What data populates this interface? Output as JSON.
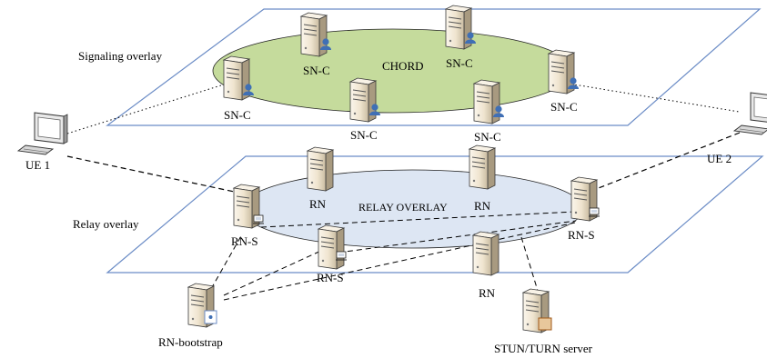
{
  "overlays": {
    "signaling": {
      "label": "Signaling overlay",
      "ring_label": "CHORD",
      "ring_color": "#c5db9c"
    },
    "relay": {
      "label": "Relay overlay",
      "ring_label": "RELAY OVERLAY",
      "ring_color": "#dde6f3"
    }
  },
  "colors": {
    "plane_border": "#6b8cc6",
    "server_light": "#f3eadb",
    "server_dark": "#b5a78e",
    "user_badge": "#3f6fb5",
    "connector_line": "#000000"
  },
  "nodes": {
    "ue1": {
      "label": "UE 1",
      "icon": "pc-icon"
    },
    "ue2": {
      "label": "UE 2",
      "icon": "pc-icon"
    },
    "sn_c": [
      {
        "label": "SN-C"
      },
      {
        "label": "SN-C"
      },
      {
        "label": "SN-C"
      },
      {
        "label": "SN-C"
      },
      {
        "label": "SN-C"
      },
      {
        "label": "SN-C"
      }
    ],
    "rn": [
      {
        "label": "RN"
      },
      {
        "label": "RN"
      },
      {
        "label": "RN"
      }
    ],
    "rn_s": [
      {
        "label": "RN-S"
      },
      {
        "label": "RN-S"
      },
      {
        "label": "RN-S"
      }
    ],
    "bootstrap": {
      "label": "RN-bootstrap"
    },
    "stun": {
      "label": "STUN/TURN server"
    }
  }
}
